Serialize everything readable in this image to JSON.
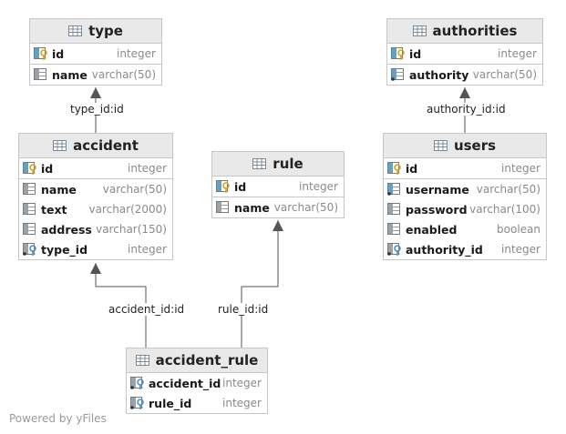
{
  "tables": {
    "type": {
      "title": "type",
      "columns": [
        {
          "name": "id",
          "type": "integer",
          "kind": "pk"
        },
        {
          "name": "name",
          "type": "varchar(50)",
          "kind": "col"
        }
      ]
    },
    "authorities": {
      "title": "authorities",
      "columns": [
        {
          "name": "id",
          "type": "integer",
          "kind": "pk"
        },
        {
          "name": "authority",
          "type": "varchar(50)",
          "kind": "idx"
        }
      ]
    },
    "accident": {
      "title": "accident",
      "columns": [
        {
          "name": "id",
          "type": "integer",
          "kind": "pk"
        },
        {
          "name": "name",
          "type": "varchar(50)",
          "kind": "col"
        },
        {
          "name": "text",
          "type": "varchar(2000)",
          "kind": "col"
        },
        {
          "name": "address",
          "type": "varchar(150)",
          "kind": "col"
        },
        {
          "name": "type_id",
          "type": "integer",
          "kind": "fk"
        }
      ]
    },
    "rule": {
      "title": "rule",
      "columns": [
        {
          "name": "id",
          "type": "integer",
          "kind": "pk"
        },
        {
          "name": "name",
          "type": "varchar(50)",
          "kind": "col"
        }
      ]
    },
    "users": {
      "title": "users",
      "columns": [
        {
          "name": "id",
          "type": "integer",
          "kind": "pk"
        },
        {
          "name": "username",
          "type": "varchar(50)",
          "kind": "idx"
        },
        {
          "name": "password",
          "type": "varchar(100)",
          "kind": "col"
        },
        {
          "name": "enabled",
          "type": "boolean",
          "kind": "col"
        },
        {
          "name": "authority_id",
          "type": "integer",
          "kind": "fk"
        }
      ]
    },
    "accident_rule": {
      "title": "accident_rule",
      "columns": [
        {
          "name": "accident_id",
          "type": "integer",
          "kind": "fk"
        },
        {
          "name": "rule_id",
          "type": "integer",
          "kind": "fk"
        }
      ]
    }
  },
  "edges": {
    "accident_type": "type_id:id",
    "users_authorities": "authority_id:id",
    "rule_link": "accident_id:id",
    "rule_link2": "rule_id:id"
  },
  "footer": "Powered by yFiles"
}
